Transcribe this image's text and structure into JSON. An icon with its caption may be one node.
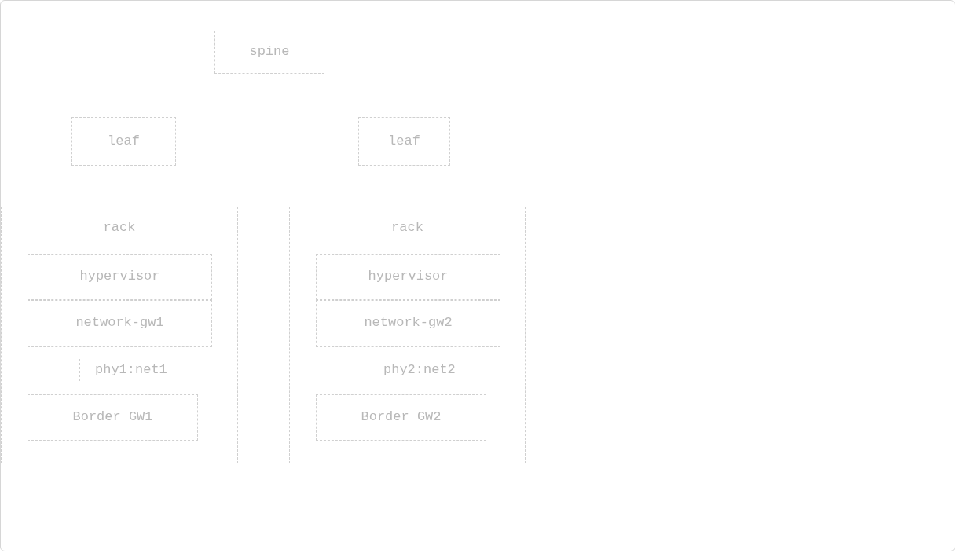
{
  "diagram": {
    "nodes": [
      {
        "text": [
          "spine"
        ]
      },
      {
        "text": [
          "leaf"
        ]
      },
      {
        "text": [
          "leaf"
        ]
      },
      {
        "text": [
          "rack"
        ]
      },
      {
        "text": [
          "hypervisor"
        ],
        "in": 3
      },
      {
        "text": [
          "network-gw1"
        ],
        "in": 3
      },
      {
        "text": [
          "Border GW1"
        ],
        "in": 3
      },
      {
        "text": [
          "rack"
        ]
      },
      {
        "text": [
          "hypervisor"
        ],
        "in": 7
      },
      {
        "text": [
          "network-gw2"
        ],
        "in": 7
      },
      {
        "text": [
          "Border GW2"
        ],
        "in": 7
      }
    ],
    "labels": [
      "phy1:net1",
      "phy2:net2"
    ]
  }
}
